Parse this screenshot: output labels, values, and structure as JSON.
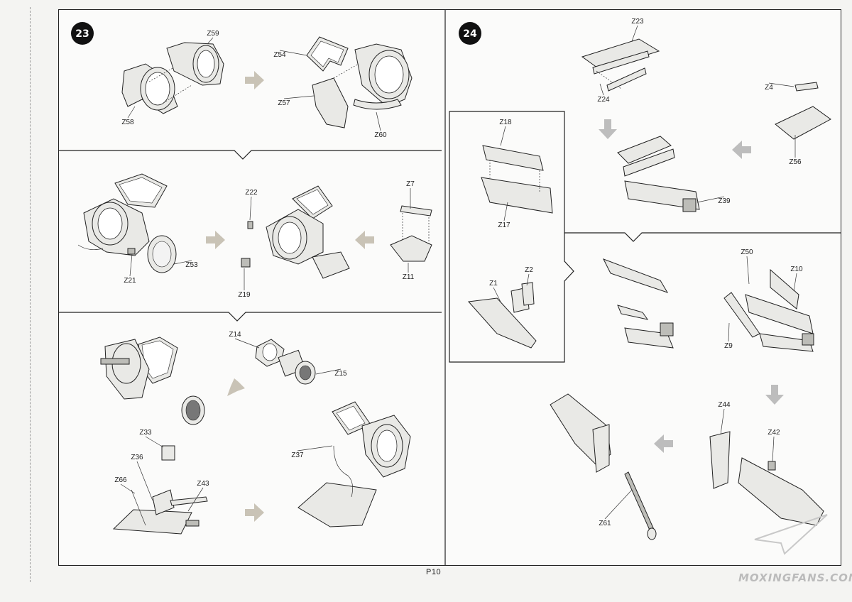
{
  "page": {
    "number": "P10",
    "watermark": "MOXINGFANS.COM"
  },
  "steps": [
    {
      "number": "23",
      "parts": [
        "Z59",
        "Z58",
        "Z54",
        "Z57",
        "Z60",
        "Z22",
        "Z7",
        "Z21",
        "Z53",
        "Z19",
        "Z11",
        "Z14",
        "Z15",
        "Z33",
        "Z36",
        "Z66",
        "Z43",
        "Z37"
      ]
    },
    {
      "number": "24",
      "parts": [
        "Z23",
        "Z24",
        "Z4",
        "Z56",
        "Z39",
        "Z18",
        "Z17",
        "Z1",
        "Z2",
        "Z50",
        "Z10",
        "Z9",
        "Z44",
        "Z42",
        "Z61"
      ]
    }
  ]
}
